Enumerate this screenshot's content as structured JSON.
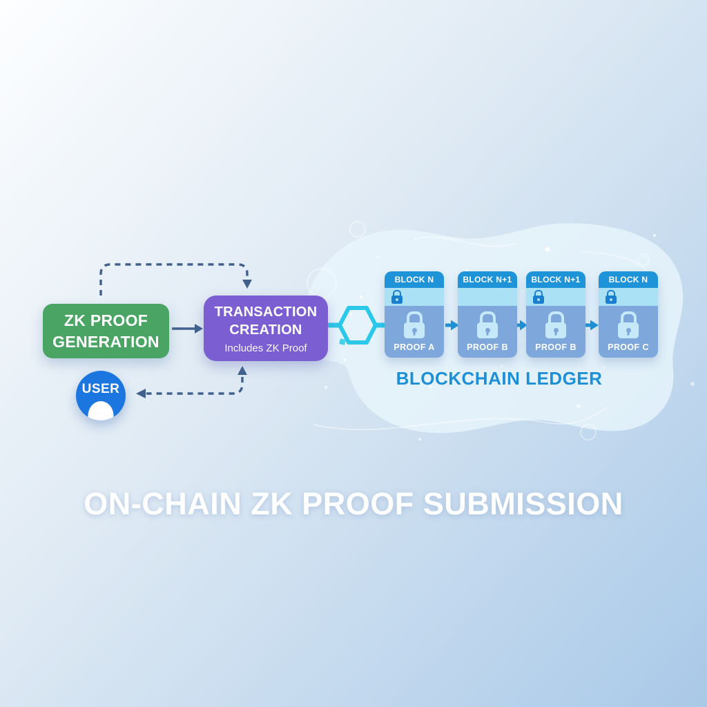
{
  "title": "ON-CHAIN ZK PROOF SUBMISSION",
  "flow": {
    "zk_proof_generation": {
      "line1": "ZK PROOF",
      "line2": "GENERATION"
    },
    "transaction_creation": {
      "line1": "TRANSACTION",
      "line2": "CREATION",
      "subtitle": "Includes ZK Proof"
    },
    "user": {
      "label": "USER"
    }
  },
  "ledger": {
    "label": "BLOCKCHAIN LEDGER",
    "blocks": [
      {
        "header": "BLOCK N",
        "proof": "PROOF A"
      },
      {
        "header": "BLOCK N+1",
        "proof": "PROOF B"
      },
      {
        "header": "BLOCK N+1",
        "proof": "PROOF B"
      },
      {
        "header": "BLOCK N",
        "proof": "PROOF C"
      }
    ]
  },
  "colors": {
    "bg-start": "#fdfeff",
    "bg-mid": "#dfeaf4",
    "bg-end": "#a9c9e8",
    "blob": "#e9f6fc",
    "green-box": "#4aa564",
    "purple-box": "#7a5ed2",
    "user-blue": "#1b76e0",
    "flow-arrow": "#41618c",
    "cyan-accent": "#2bc8ea",
    "block-header": "#1e93d8",
    "block-band": "#abe1f4",
    "block-body": "#7ea8dc",
    "lock-small": "#1b7fd0",
    "lock-large": "#c5e9f8",
    "ledger-text": "#1d8fd6",
    "title-text": "#ffffff"
  }
}
